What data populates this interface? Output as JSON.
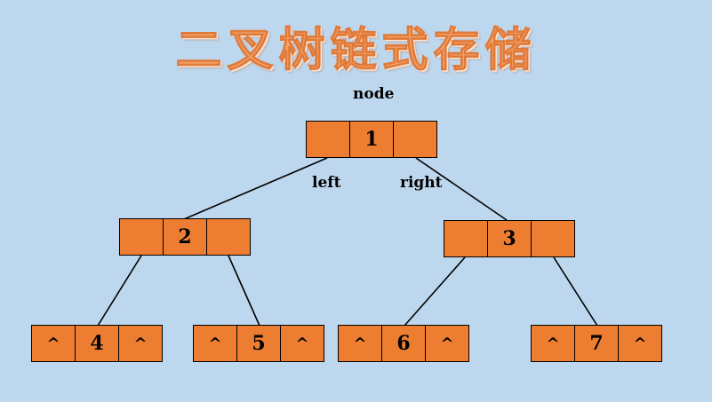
{
  "title": "二叉树链式存储",
  "labels": {
    "node": "node",
    "left": "left",
    "right": "right"
  },
  "null_symbol": "^",
  "nodes": {
    "n1": {
      "value": "1"
    },
    "n2": {
      "value": "2"
    },
    "n3": {
      "value": "3"
    },
    "n4": {
      "value": "4"
    },
    "n5": {
      "value": "5"
    },
    "n6": {
      "value": "6"
    },
    "n7": {
      "value": "7"
    }
  },
  "edges": [
    {
      "from": "1",
      "to": "2"
    },
    {
      "from": "1",
      "to": "3"
    },
    {
      "from": "2",
      "to": "4"
    },
    {
      "from": "2",
      "to": "5"
    },
    {
      "from": "3",
      "to": "6"
    },
    {
      "from": "3",
      "to": "7"
    }
  ],
  "colors": {
    "background": "#BDD7EE",
    "node_fill": "#ED7D31",
    "title": "#F4A46A"
  }
}
